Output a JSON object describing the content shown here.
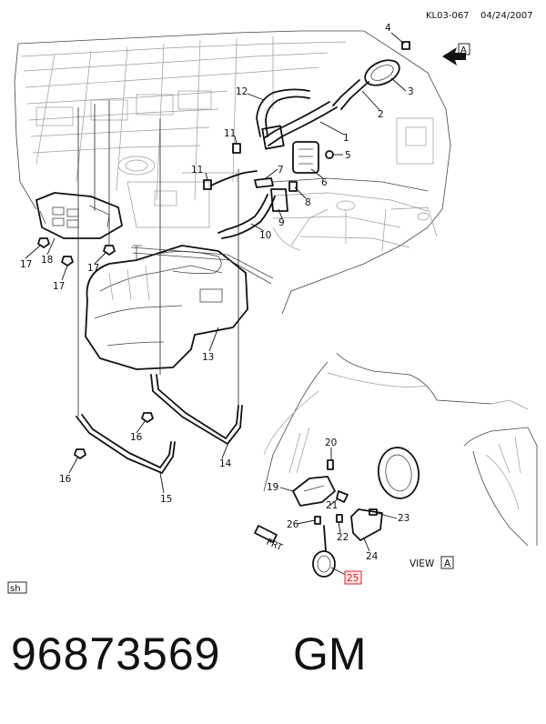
{
  "header": {
    "code": "KL03-067",
    "date": "04/24/2007"
  },
  "view": {
    "arrow_letter": "A",
    "label": "VIEW",
    "box_letter": "A"
  },
  "front_marker": "FRT",
  "sh_badge": "sh",
  "callouts": {
    "c1": "1",
    "c2": "2",
    "c3": "3",
    "c4": "4",
    "c5": "5",
    "c6": "6",
    "c7": "7",
    "c8": "8",
    "c9": "9",
    "c10": "10",
    "c11a": "11",
    "c11b": "11",
    "c12": "12",
    "c13": "13",
    "c14": "14",
    "c15": "15",
    "c16a": "16",
    "c16b": "16",
    "c17a": "17",
    "c17b": "17",
    "c17c": "17",
    "c18": "18",
    "c19": "19",
    "c20": "20",
    "c21": "21",
    "c22": "22",
    "c23": "23",
    "c24": "24",
    "c25": "25",
    "c26": "26"
  },
  "highlight_color": "#e0202a",
  "part_number": "96873569",
  "brand": "GM"
}
